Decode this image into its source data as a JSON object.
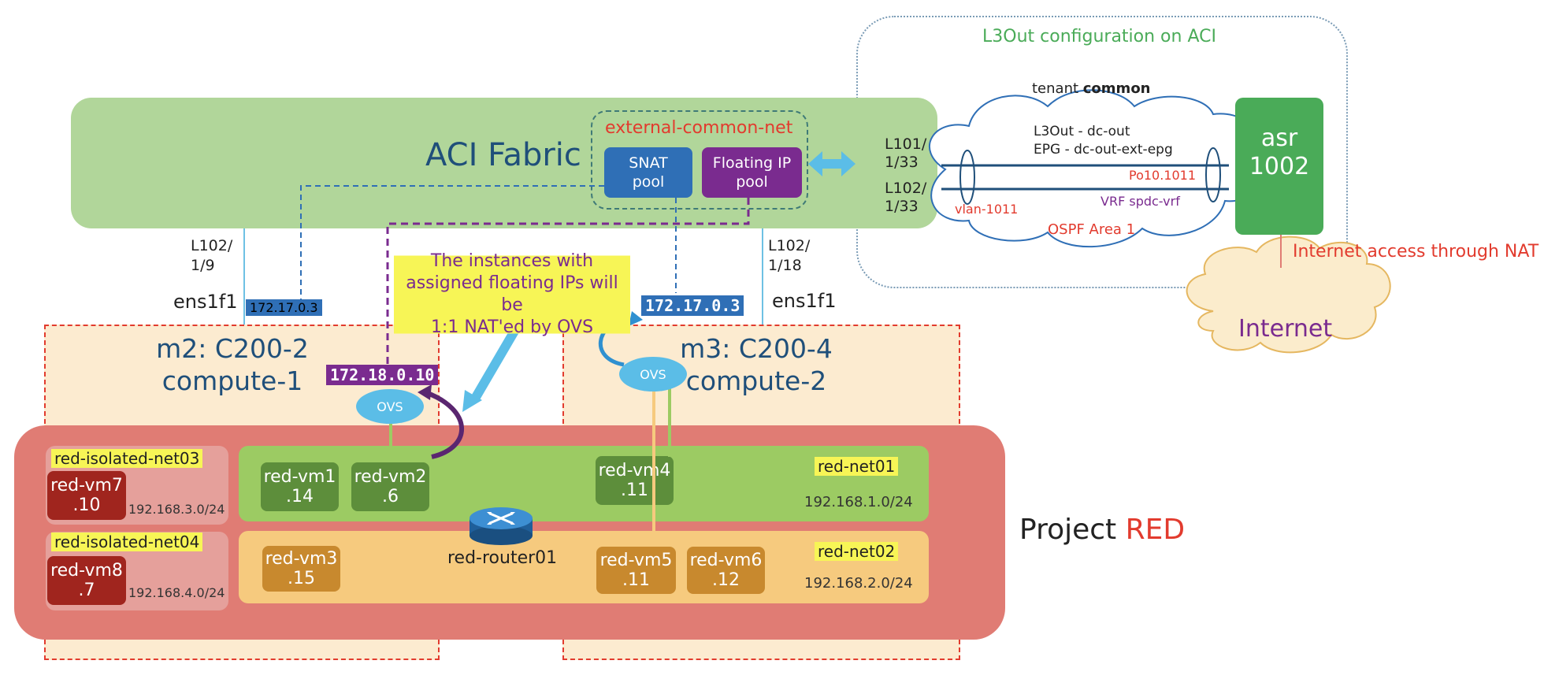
{
  "l3out": {
    "title": "L3Out configuration on ACI",
    "tenant_prefix": "tenant ",
    "tenant_name": "common",
    "l3out_line": "L3Out - dc-out",
    "epg_line": "EPG - dc-out-ext-epg",
    "po": "Po10.1011",
    "vrf": "VRF spdc-vrf",
    "vlan": "vlan-1011",
    "ospf": "OSPF Area 1",
    "leaf_a": "L101/\n1/33",
    "leaf_b": "L102/\n1/33"
  },
  "router": {
    "name": "asr\n1002"
  },
  "internet": {
    "label": "Internet",
    "nat_text": "Internet access through NAT"
  },
  "fabric": {
    "title": "ACI Fabric",
    "ext_net": "external-common-net",
    "snat_pool": "SNAT\npool",
    "fip_pool": "Floating IP\npool"
  },
  "left": {
    "port": "L102/\n1/9",
    "nic": "ens1f1",
    "snat_ip": "172.17.0.3",
    "fip_ip": "172.18.0.10",
    "host": "m2: C200-2\ncompute-1",
    "ovs": "OVS"
  },
  "right": {
    "port": "L102/\n1/18",
    "nic": "ens1f1",
    "snat_ip": "172.17.0.3",
    "host": "m3: C200-4\ncompute-2",
    "ovs": "OVS"
  },
  "note": "The instances with\nassigned floating IPs will be\n1:1 NAT'ed by OVS",
  "project": {
    "prefix": "Project ",
    "name": "RED"
  },
  "isolated": [
    {
      "net": "red-isolated-net03",
      "vm": "red-vm7",
      "ip": ".10",
      "subnet": "192.168.3.0/24"
    },
    {
      "net": "red-isolated-net04",
      "vm": "red-vm8",
      "ip": ".7",
      "subnet": "192.168.4.0/24"
    }
  ],
  "net01": {
    "name": "red-net01",
    "subnet": "192.168.1.0/24",
    "vms": [
      {
        "name": "red-vm1",
        "ip": ".14"
      },
      {
        "name": "red-vm2",
        "ip": ".6"
      },
      {
        "name": "red-vm4",
        "ip": ".11"
      }
    ]
  },
  "net02": {
    "name": "red-net02",
    "subnet": "192.168.2.0/24",
    "vms": [
      {
        "name": "red-vm3",
        "ip": ".15"
      },
      {
        "name": "red-vm5",
        "ip": ".11"
      },
      {
        "name": "red-vm6",
        "ip": ".12"
      }
    ]
  },
  "router01": {
    "name": "red-router01"
  },
  "colors": {
    "fabric": "#b1d69a",
    "router": "#4aab58",
    "project": "#e07c74",
    "host": "#fcebd0",
    "net01": "#9ccb63",
    "net02": "#f6ca7e",
    "snat": "#2f6fb6",
    "fip": "#7a2b8f",
    "ovs": "#5bbde7",
    "red_text": "#e23b2e",
    "green_text": "#4aab58"
  }
}
